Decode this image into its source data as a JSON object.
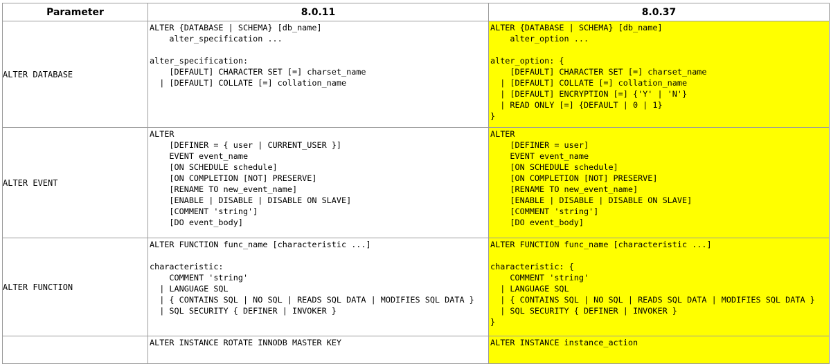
{
  "headers": {
    "parameter": "Parameter",
    "old_version": "8.0.11",
    "new_version": "8.0.37"
  },
  "rows": [
    {
      "parameter": "ALTER DATABASE",
      "old": "ALTER {DATABASE | SCHEMA} [db_name]\n    alter_specification ...\n\nalter_specification:\n    [DEFAULT] CHARACTER SET [=] charset_name\n  | [DEFAULT] COLLATE [=] collation_name",
      "new": "ALTER {DATABASE | SCHEMA} [db_name]\n    alter_option ...\n\nalter_option: {\n    [DEFAULT] CHARACTER SET [=] charset_name\n  | [DEFAULT] COLLATE [=] collation_name\n  | [DEFAULT] ENCRYPTION [=] {'Y' | 'N'}\n  | READ ONLY [=] {DEFAULT | 0 | 1}\n}"
    },
    {
      "parameter": "ALTER EVENT",
      "old": "ALTER\n    [DEFINER = { user | CURRENT_USER }]\n    EVENT event_name\n    [ON SCHEDULE schedule]\n    [ON COMPLETION [NOT] PRESERVE]\n    [RENAME TO new_event_name]\n    [ENABLE | DISABLE | DISABLE ON SLAVE]\n    [COMMENT 'string']\n    [DO event_body]",
      "new": "ALTER\n    [DEFINER = user]\n    EVENT event_name\n    [ON SCHEDULE schedule]\n    [ON COMPLETION [NOT] PRESERVE]\n    [RENAME TO new_event_name]\n    [ENABLE | DISABLE | DISABLE ON SLAVE]\n    [COMMENT 'string']\n    [DO event_body]"
    },
    {
      "parameter": "ALTER FUNCTION",
      "old": "ALTER FUNCTION func_name [characteristic ...]\n\ncharacteristic:\n    COMMENT 'string'\n  | LANGUAGE SQL\n  | { CONTAINS SQL | NO SQL | READS SQL DATA | MODIFIES SQL DATA }\n  | SQL SECURITY { DEFINER | INVOKER }",
      "new": "ALTER FUNCTION func_name [characteristic ...]\n\ncharacteristic: {\n    COMMENT 'string'\n  | LANGUAGE SQL\n  | { CONTAINS SQL | NO SQL | READS SQL DATA | MODIFIES SQL DATA }\n  | SQL SECURITY { DEFINER | INVOKER }\n}"
    },
    {
      "parameter": "",
      "old": "ALTER INSTANCE ROTATE INNODB MASTER KEY",
      "new": "ALTER INSTANCE instance_action"
    }
  ]
}
